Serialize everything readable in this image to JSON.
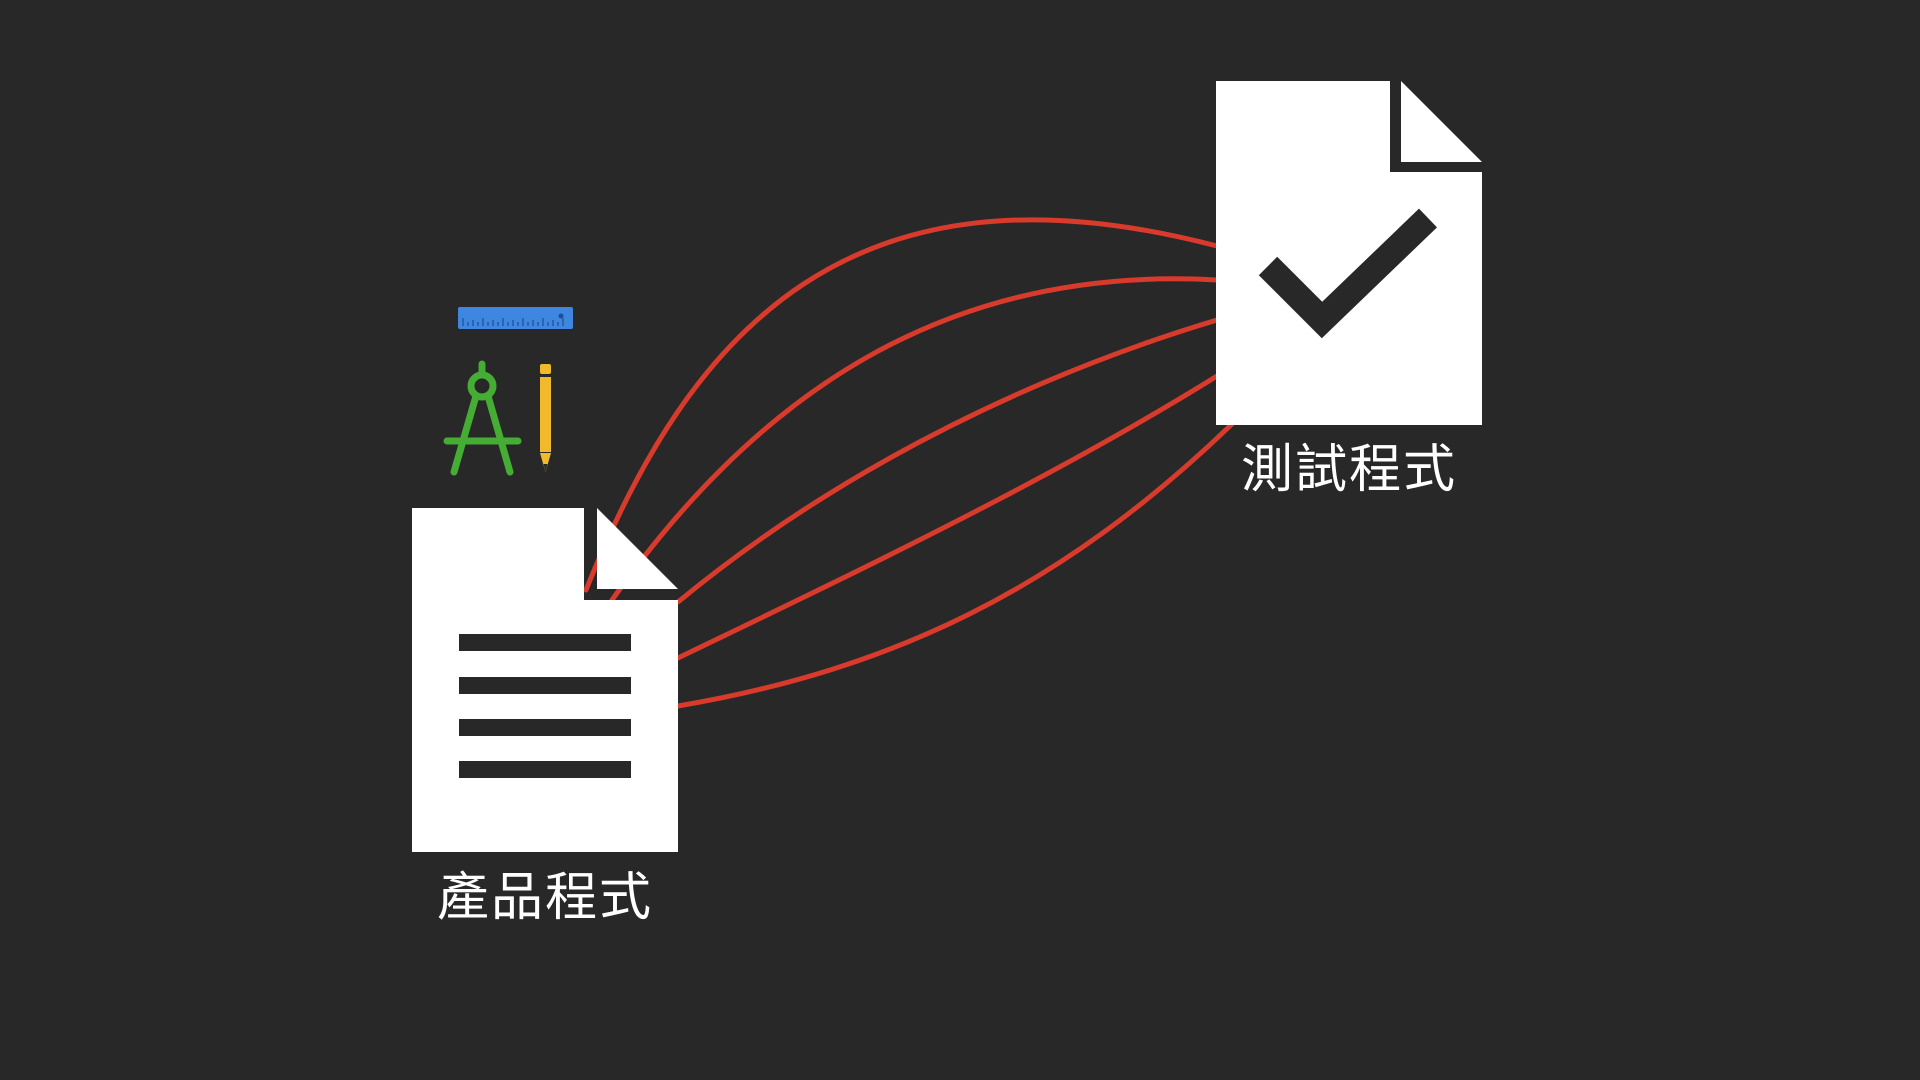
{
  "product_document": {
    "label": "產品程式",
    "icon": "text-document-icon"
  },
  "test_document": {
    "label": "測試程式",
    "icon": "checkmark-document-icon"
  },
  "tools": [
    "ruler-icon",
    "drafting-compass-icon",
    "pencil-icon"
  ],
  "connections": {
    "count": 5,
    "color": "#d83a2c"
  },
  "colors": {
    "background": "#282828",
    "document": "#ffffff",
    "ruler": "#3f86e0",
    "compass": "#45ac34",
    "pencil": "#f1ba2c"
  }
}
